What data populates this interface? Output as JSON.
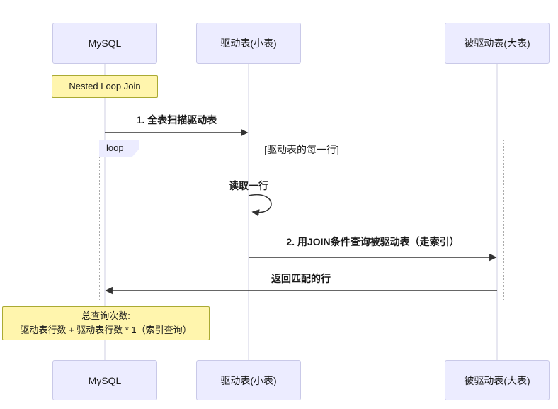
{
  "diagram": {
    "participants": [
      {
        "label": "MySQL"
      },
      {
        "label": "驱动表(小表)"
      },
      {
        "label": "被驱动表(大表)"
      }
    ],
    "note_top": {
      "text": "Nested Loop Join"
    },
    "messages": {
      "m1": "1. 全表扫描驱动表",
      "self": "读取一行",
      "m2": "2. 用JOIN条件查询被驱动表（走索引）",
      "ret": "返回匹配的行"
    },
    "loop": {
      "label": "loop",
      "condition": "[驱动表的每一行]"
    },
    "note_bottom": {
      "line1": "总查询次数:",
      "line2": "驱动表行数 + 驱动表行数 * 1（索引查询）"
    },
    "colors": {
      "actor_fill": "#ECECFF",
      "actor_border": "#C9C9E8",
      "note_fill": "#FFF5AD",
      "note_border": "#AAAA33",
      "arrow": "#333333",
      "lifeline": "#CFCFE3",
      "loop_border": "#ABABAB"
    }
  }
}
